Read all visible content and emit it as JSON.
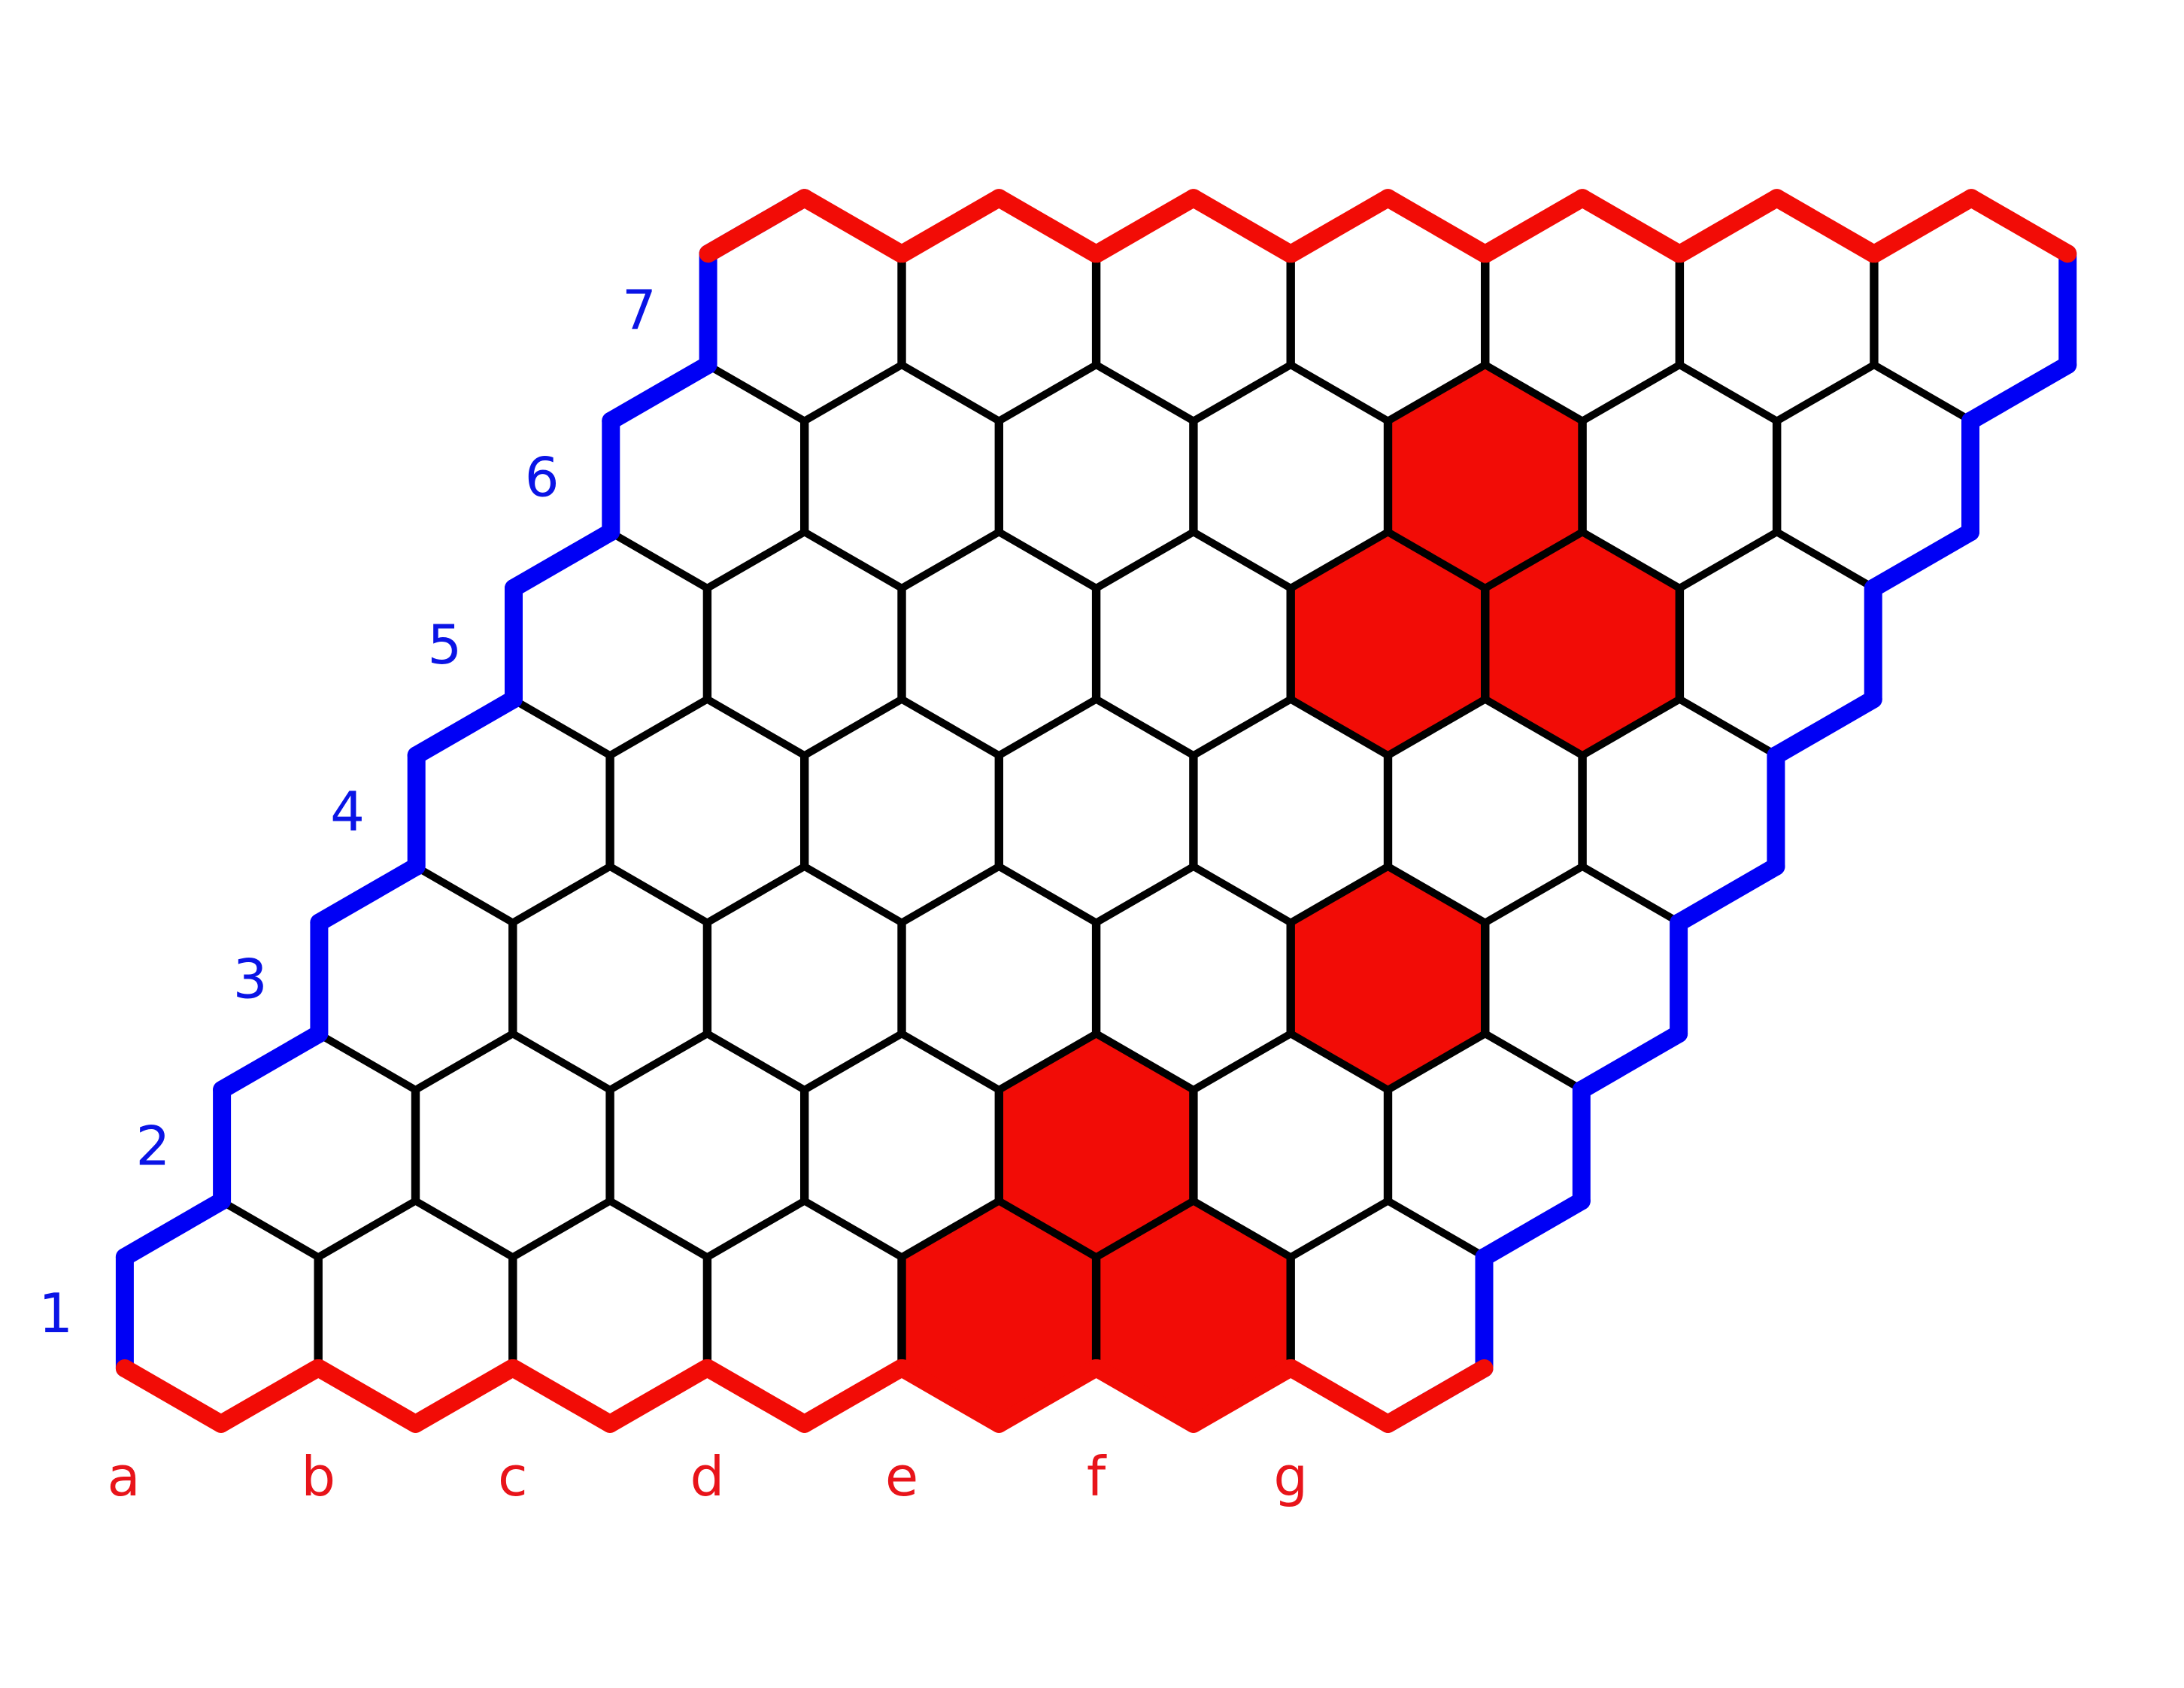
{
  "board": {
    "size": 7,
    "columns": [
      "a",
      "b",
      "c",
      "d",
      "e",
      "f",
      "g"
    ],
    "rows": [
      "1",
      "2",
      "3",
      "4",
      "5",
      "6",
      "7"
    ],
    "colors": {
      "red": "#f20c06",
      "red_border": "#f20c06",
      "blue_border": "#0000f5",
      "grid": "#000000",
      "empty": "#ffffff",
      "col_label": "#e8141a",
      "row_label": "#0a14e6"
    },
    "red_stones": [
      "e1",
      "f1",
      "e2",
      "f3",
      "e5",
      "f5",
      "e6"
    ],
    "blue_stones": []
  }
}
